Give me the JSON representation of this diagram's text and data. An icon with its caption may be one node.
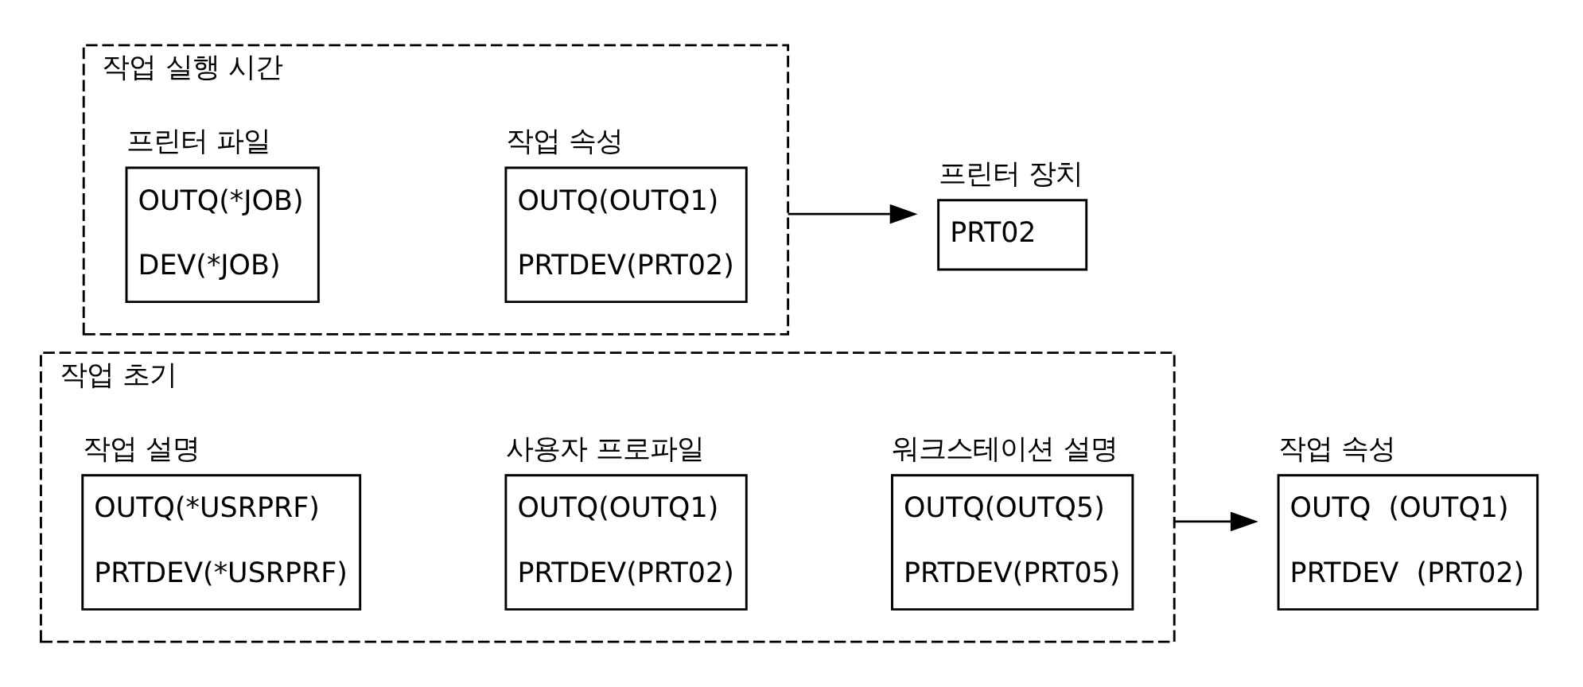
{
  "diagram": {
    "nodes": [
      {
        "text": [
          "작업 초기"
        ]
      },
      {
        "text": [
          "작업 설명",
          "OUTQ(*USRPRF)",
          "PRTDEV(*USRPRF)"
        ],
        "in": 0
      },
      {
        "text": [
          "사용자 프로파일",
          "OUTQ(OUTQ1)",
          "PRTDEV(PRT02)"
        ],
        "in": 0
      },
      {
        "text": [
          "워크스테이션 설명",
          "OUTQ(OUTQ5)",
          "PRTDEV(PRT05)"
        ],
        "in": 0
      },
      {
        "text": [
          "작업 속성",
          "OUTQ  (OUTQ1)",
          "PRTDEV  (PRT02)"
        ]
      },
      {
        "text": [
          "작업 실행 시간"
        ]
      },
      {
        "text": [
          "프린터 파일",
          "OUTQ(*JOB)",
          "DEV(*JOB)"
        ],
        "in": 5
      },
      {
        "text": [
          "작업 속성",
          "OUTQ(OUTQ1)",
          "PRTDEV(PRT02)"
        ],
        "in": 5
      },
      {
        "text": [
          "프린터 장치",
          "PRT02"
        ]
      }
    ],
    "edges": [
      {
        "from": 0,
        "to": 4,
        "arrow": "to"
      },
      {
        "from": 5,
        "to": 8,
        "arrow": "to"
      }
    ]
  }
}
